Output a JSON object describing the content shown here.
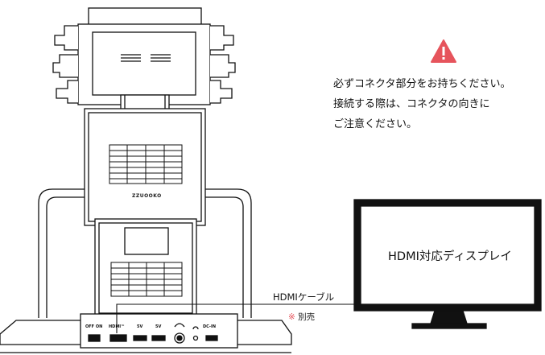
{
  "warning": {
    "icon": "warning-triangle-icon",
    "color": "#e6545c",
    "lines": [
      "必ずコネクタ部分をお持ちください。",
      "接続する際は、コネクタの向きに",
      "ご注意ください。"
    ]
  },
  "device": {
    "brand": "ZZUOOKO",
    "ports": {
      "power": "OFF ON",
      "hdmi": "HDMI™",
      "usb1": "5V",
      "usb2": "5V",
      "dc": "DC-IN"
    }
  },
  "cable": {
    "label": "HDMIケーブル",
    "note_mark": "※",
    "note_text": "別売"
  },
  "display": {
    "label": "HDMI対応ディスプレイ"
  }
}
